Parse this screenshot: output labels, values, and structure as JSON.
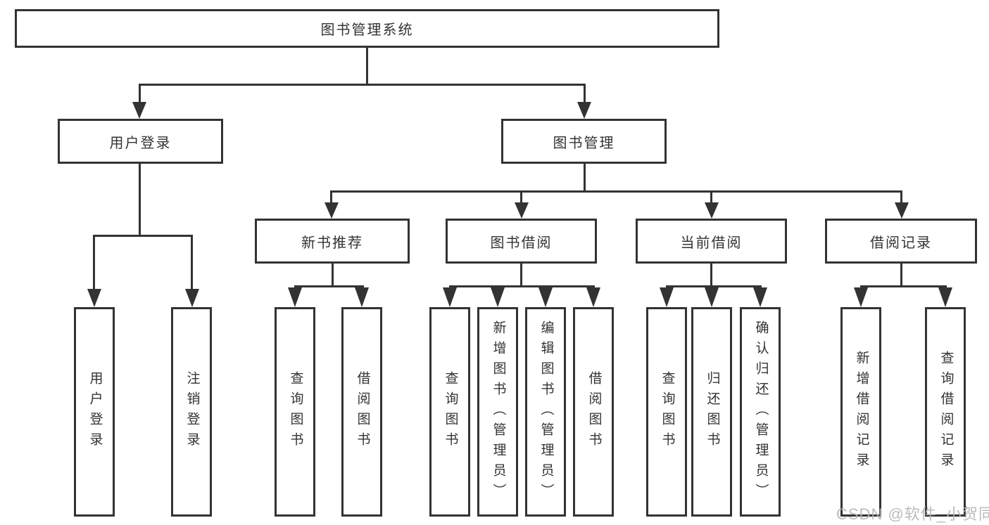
{
  "title": "图书管理系统",
  "watermark": "CSDN @软件_小贺同学",
  "tree": {
    "root": "图书管理系统",
    "branches": [
      {
        "label": "用户登录",
        "children": [
          "用户登录",
          "注销登录"
        ]
      },
      {
        "label": "图书管理",
        "sections": [
          {
            "label": "新书推荐",
            "children": [
              "查询图书",
              "借阅图书"
            ]
          },
          {
            "label": "图书借阅",
            "children": [
              "查询图书",
              "新增图书（管理员）",
              "编辑图书（管理员）",
              "借阅图书"
            ]
          },
          {
            "label": "当前借阅",
            "children": [
              "查询图书",
              "归还图书",
              "确认归还（管理员）"
            ]
          },
          {
            "label": "借阅记录",
            "children": [
              "新增借阅记录",
              "查询借阅记录"
            ]
          }
        ]
      }
    ]
  }
}
